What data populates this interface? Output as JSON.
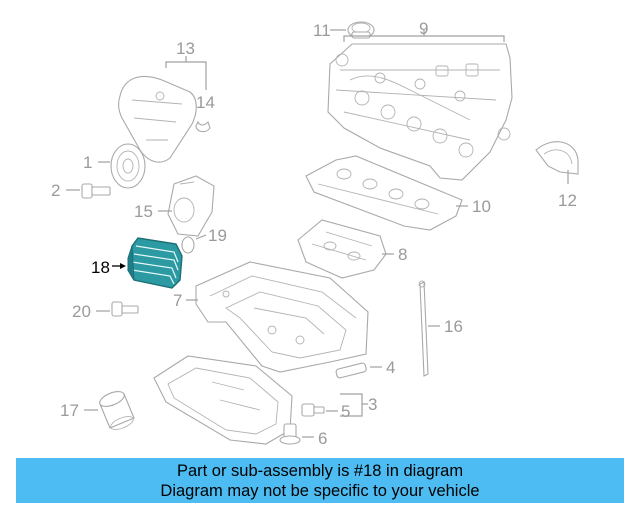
{
  "callouts": [
    {
      "id": "11",
      "label": "11"
    },
    {
      "id": "9",
      "label": "9"
    },
    {
      "id": "13",
      "label": "13"
    },
    {
      "id": "14",
      "label": "14"
    },
    {
      "id": "1",
      "label": "1"
    },
    {
      "id": "2",
      "label": "2"
    },
    {
      "id": "15",
      "label": "15"
    },
    {
      "id": "19",
      "label": "19"
    },
    {
      "id": "18",
      "label": "18"
    },
    {
      "id": "10",
      "label": "10"
    },
    {
      "id": "12",
      "label": "12"
    },
    {
      "id": "8",
      "label": "8"
    },
    {
      "id": "7",
      "label": "7"
    },
    {
      "id": "16",
      "label": "16"
    },
    {
      "id": "20",
      "label": "20"
    },
    {
      "id": "4",
      "label": "4"
    },
    {
      "id": "3",
      "label": "3"
    },
    {
      "id": "5",
      "label": "5"
    },
    {
      "id": "6",
      "label": "6"
    },
    {
      "id": "17",
      "label": "17"
    }
  ],
  "highlighted_part": "18",
  "banner": {
    "line1": "Part or sub-assembly is #18 in diagram",
    "line2": "Diagram may not be specific to your vehicle"
  },
  "colors": {
    "banner_bg": "#4cbcf2",
    "highlight_stroke": "#1b6f77",
    "highlight_fill": "#2c9aa3",
    "line_art": "#a9a9a9"
  }
}
